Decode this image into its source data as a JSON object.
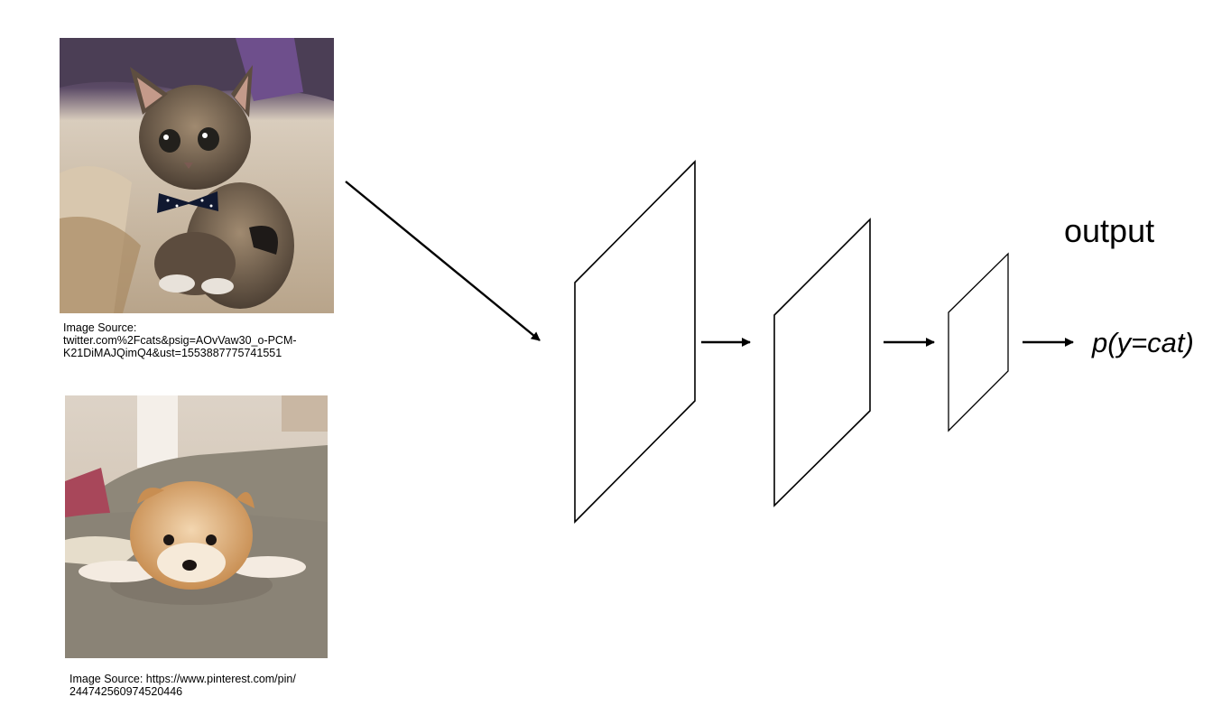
{
  "images": {
    "cat": {
      "icon": "kitten-with-bowtie-photo",
      "source": "Image Source:\ntwitter.com%2Fcats&psig=AOvVaw30_o-PCM-\nK21DiMAJQimQ4&ust=1553887775741551"
    },
    "dog": {
      "icon": "pomeranian-puppy-photo",
      "source": "Image Source: https://www.pinterest.com/pin/\n244742560974520446"
    }
  },
  "network": {
    "output_label": "output",
    "probability_label": "p(y=cat)"
  },
  "colors": {
    "line": "#000000",
    "background": "#ffffff"
  }
}
